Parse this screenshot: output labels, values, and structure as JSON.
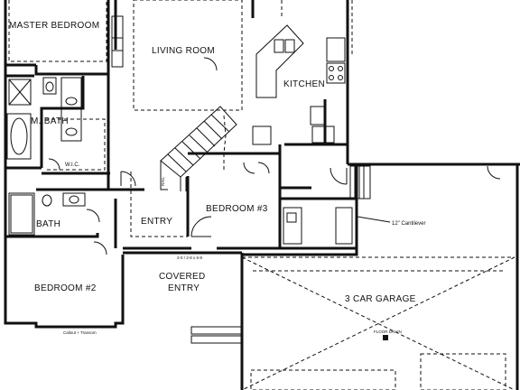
{
  "rooms": {
    "master_bedroom": "MASTER BEDROOM",
    "living_room": "LIVING ROOM",
    "kitchen": "KITCHEN",
    "master_bath": "M. BATH",
    "walk_in_closet": "W.I.C.",
    "bath": "BATH",
    "entry": "ENTRY",
    "bedroom_3": "BEDROOM #3",
    "bedroom_2": "BEDROOM #2",
    "covered_entry_line1": "COVERED",
    "covered_entry_line2": "ENTRY",
    "garage": "3 CAR GARAGE"
  },
  "annotations": {
    "cantilever": "12\" Cantilever",
    "rail": "RAIL",
    "window_note": "Callout + Transom",
    "floor_drain": "FLOOR DRAIN",
    "door_note": "2-0 / 2-8 x 6-8"
  }
}
